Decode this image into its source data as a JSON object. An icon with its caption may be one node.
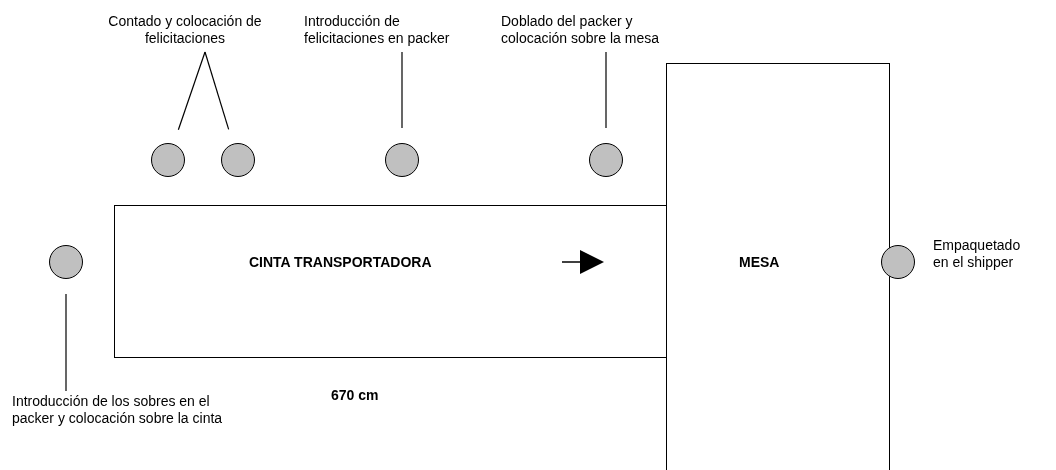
{
  "diagram": {
    "nodes": [
      {
        "text": [
          "Contado y colocación de felicitaciones"
        ]
      },
      {
        "text": [],
        "shape": "circle"
      },
      {
        "text": [],
        "shape": "circle"
      },
      {
        "text": [
          "Introducción de felicitaciones en packer"
        ]
      },
      {
        "text": [],
        "shape": "circle"
      },
      {
        "text": [
          "Doblado del packer y colocación sobre la mesa"
        ]
      },
      {
        "text": [],
        "shape": "circle"
      },
      {
        "text": [
          "CINTA TRANSPORTADORA"
        ]
      },
      {
        "text": [
          "MESA"
        ]
      },
      {
        "text": [],
        "shape": "circle"
      },
      {
        "text": [
          "Introducción de los sobres en el packer y colocación sobre la cinta"
        ]
      },
      {
        "text": [],
        "shape": "circle",
        "beside": [
          "Empaquetado en el shipper"
        ]
      }
    ],
    "edges": [
      {
        "from": 0,
        "to": 1,
        "arrow": "none"
      },
      {
        "from": 0,
        "to": 2,
        "arrow": "none"
      },
      {
        "from": 3,
        "to": 4,
        "arrow": "none"
      },
      {
        "from": 5,
        "to": 6,
        "arrow": "none"
      },
      {
        "from": 10,
        "to": 9,
        "arrow": "none"
      }
    ],
    "labels": [
      "670 cm"
    ]
  }
}
